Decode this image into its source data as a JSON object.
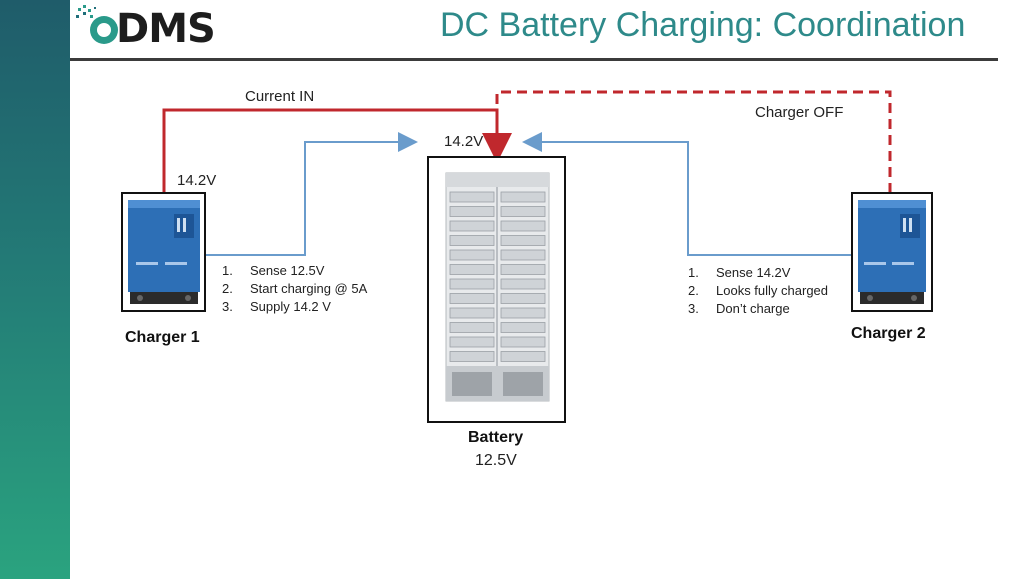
{
  "header": {
    "logo_text": "DMS",
    "title": "DC Battery Charging:  Coordination"
  },
  "diagram": {
    "current_in_label": "Current IN",
    "charger_off_label": "Charger OFF",
    "battery_voltage_top": "14.2V",
    "charger1_voltage": "14.2V",
    "charger1": {
      "name": "Charger 1",
      "steps": [
        {
          "num": "1.",
          "text": "Sense 12.5V"
        },
        {
          "num": "2.",
          "text": "Start charging @ 5A"
        },
        {
          "num": "3.",
          "text": "Supply 14.2 V"
        }
      ]
    },
    "charger2": {
      "name": "Charger 2",
      "steps": [
        {
          "num": "1.",
          "text": "Sense 14.2V"
        },
        {
          "num": "2.",
          "text": "Looks fully charged"
        },
        {
          "num": "3.",
          "text": "Don’t charge"
        }
      ]
    },
    "battery": {
      "name": "Battery",
      "voltage": "12.5V"
    },
    "colors": {
      "current_line": "#c0282d",
      "sense_line": "#6a9ccc",
      "charger_body": "#2d6fb6",
      "title": "#2e8a8a"
    }
  }
}
